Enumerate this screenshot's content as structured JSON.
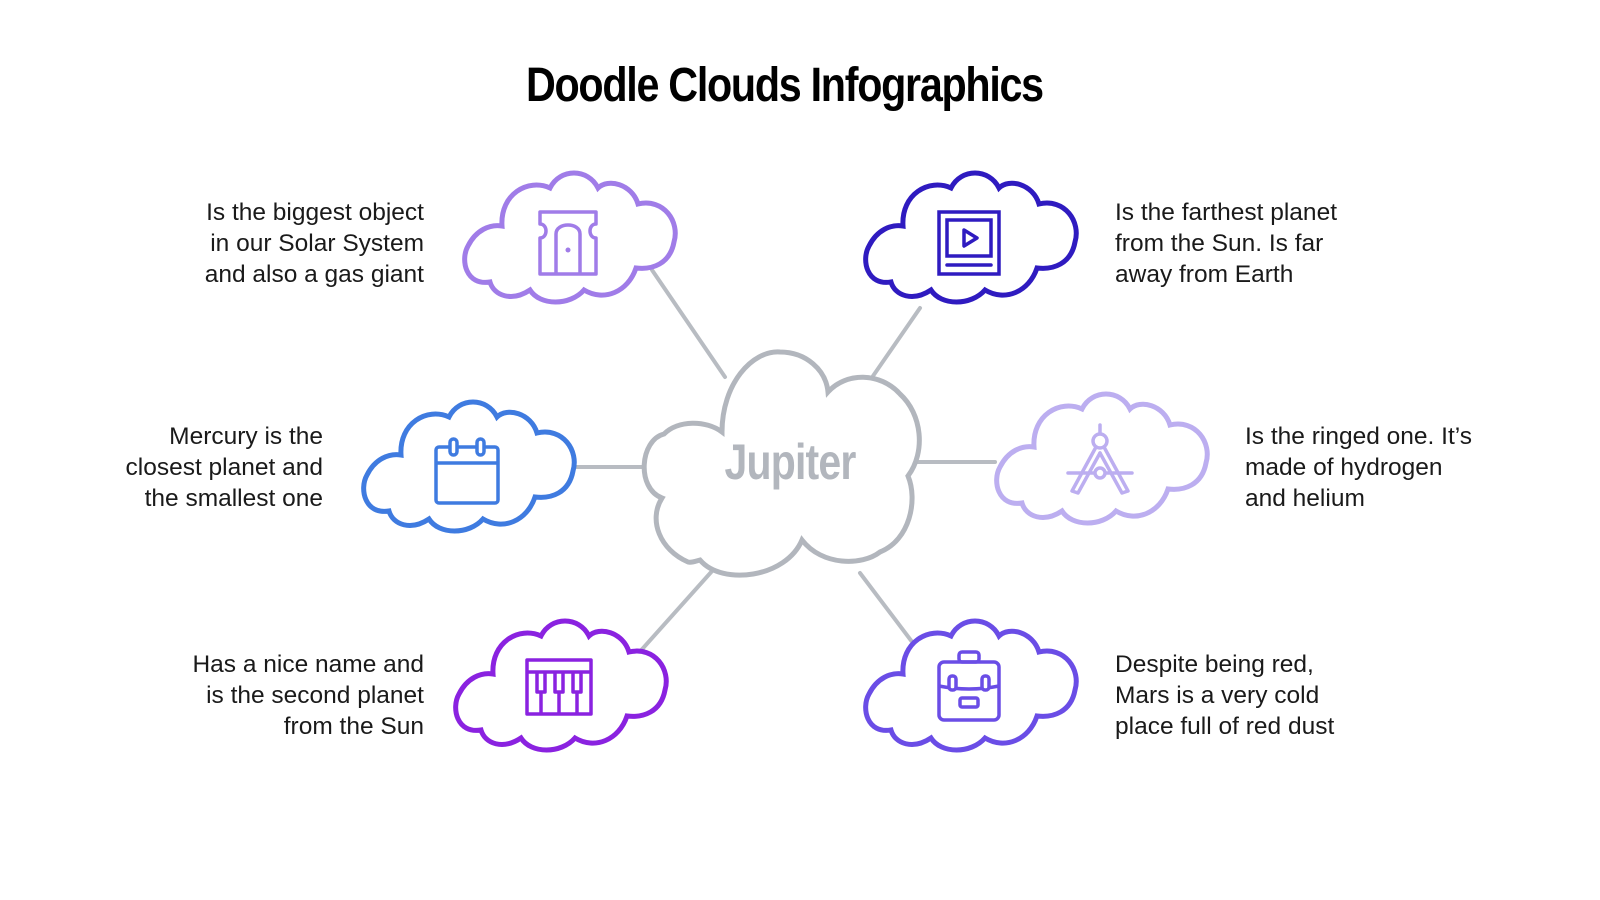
{
  "title": "Doodle Clouds Infographics",
  "center": {
    "label": "Jupiter",
    "color": "#b2b6bd"
  },
  "connector_color": "#b8bcc2",
  "nodes": [
    {
      "id": "top-left",
      "icon": "pencil-sharpener-icon",
      "color": "#a07ce8",
      "text": "Is the biggest object\nin our Solar System\nand also a gas giant"
    },
    {
      "id": "top-right",
      "icon": "video-player-icon",
      "color": "#2f1bc0",
      "text": "Is the farthest planet\nfrom the Sun. Is far\naway from Earth"
    },
    {
      "id": "middle-left",
      "icon": "calendar-icon",
      "color": "#3f7be0",
      "text": "Mercury is the\nclosest planet and\nthe smallest one"
    },
    {
      "id": "middle-right",
      "icon": "drawing-compass-icon",
      "color": "#bcaef0",
      "text": "Is the ringed one. It’s\nmade of hydrogen\nand helium"
    },
    {
      "id": "bottom-left",
      "icon": "piano-keys-icon",
      "color": "#8a22e0",
      "text": "Has a nice  name and\nis the second planet\nfrom the Sun"
    },
    {
      "id": "bottom-right",
      "icon": "briefcase-icon",
      "color": "#6a4de6",
      "text": "Despite being red,\nMars is a very cold\nplace full of red dust"
    }
  ]
}
